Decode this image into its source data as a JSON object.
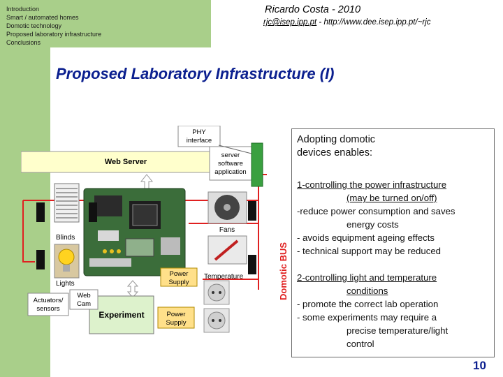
{
  "nav": {
    "items": [
      {
        "label": "Introduction"
      },
      {
        "label": "Smart / automated homes"
      },
      {
        "label": "Domotic technology"
      },
      {
        "label": "Proposed laboratory infrastructure"
      },
      {
        "label": "Conclusions"
      }
    ]
  },
  "header": {
    "author": "Ricardo Costa - 2010",
    "email": "rjc@isep.ipp.pt",
    "url_text": " - http://www.dee.isep.ipp.pt/~rjc"
  },
  "title": "Proposed Laboratory Infrastructure (I)",
  "diagram": {
    "phy_interface": [
      "PHY",
      "interface"
    ],
    "web_server": "Web Server",
    "server_app": [
      "server",
      "software",
      "application"
    ],
    "domotic_bus": "Domotic BUS",
    "blinds": "Blinds",
    "lights": "Lights",
    "fans": "Fans",
    "temperature": "Temperature",
    "power_supply_top": [
      "Power",
      "Supply"
    ],
    "power_supply_bottom": [
      "Power",
      "Supply"
    ],
    "actuators": [
      "Actuators/",
      "sensors"
    ],
    "web_cam": [
      "Web",
      "Cam"
    ],
    "experiment": "Experiment"
  },
  "textbox": {
    "heading_1": "Adopting domotic",
    "heading_2": "devices enables:",
    "lines": [
      "1-controlling the power infrastructure",
      "(may be turned on/off)",
      "-reduce power consumption and saves",
      "energy costs",
      "- avoids equipment ageing effects",
      "- technical support may be reduced",
      "2-controlling light and temperature",
      "conditions",
      "- promote the correct lab operation",
      "- some experiments may require a",
      "precise temperature/light",
      "control"
    ]
  },
  "page_number": "10",
  "colors": {
    "sidebar": "#a9cf8a",
    "title": "#0b1f8f",
    "bus": "#e02020",
    "web_server_box": "#ffffcc",
    "experiment_box": "#ddf2cc"
  }
}
